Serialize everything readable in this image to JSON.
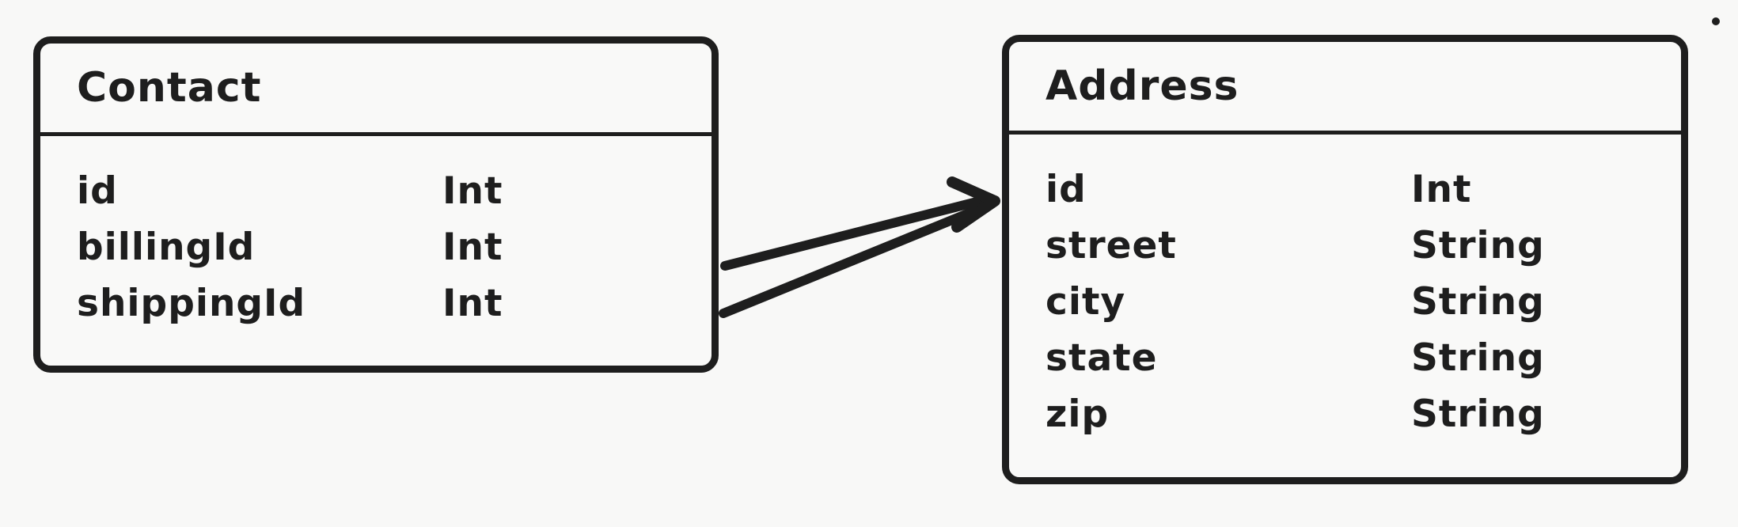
{
  "canvas": {
    "background": "#f8f8f7",
    "stroke": "#1e1e1e"
  },
  "entities": [
    {
      "name": "Contact",
      "fields": [
        {
          "name": "id",
          "type": "Int"
        },
        {
          "name": "billingId",
          "type": "Int"
        },
        {
          "name": "shippingId",
          "type": "Int"
        }
      ]
    },
    {
      "name": "Address",
      "fields": [
        {
          "name": "id",
          "type": "Int"
        },
        {
          "name": "street",
          "type": "String"
        },
        {
          "name": "city",
          "type": "String"
        },
        {
          "name": "state",
          "type": "String"
        },
        {
          "name": "zip",
          "type": "String"
        }
      ]
    }
  ],
  "relations": [
    {
      "from": "Contact.billingId",
      "to": "Address.id"
    },
    {
      "from": "Contact.shippingId",
      "to": "Address.id"
    }
  ]
}
